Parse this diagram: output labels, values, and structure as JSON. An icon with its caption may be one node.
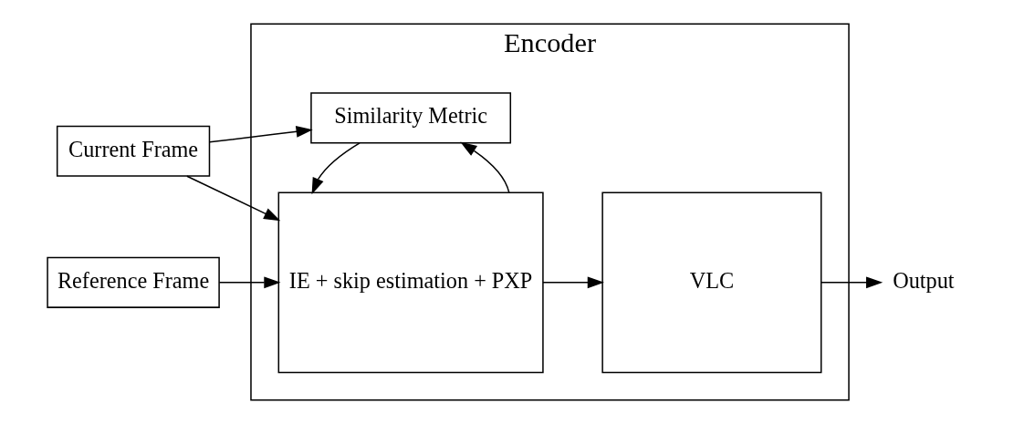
{
  "diagram": {
    "nodes": [
      {
        "text": [
          "Encoder"
        ]
      },
      {
        "text": [
          "Current Frame"
        ]
      },
      {
        "text": [
          "Reference Frame"
        ]
      },
      {
        "text": [
          "IE + skip estimation + PXP"
        ],
        "in": 0
      },
      {
        "text": [
          "VLC"
        ],
        "in": 0
      },
      {
        "text": [
          "Similarity Metric"
        ],
        "in": 0
      },
      {
        "text": [
          "Output"
        ]
      }
    ],
    "edges": [
      {
        "from": 1,
        "to": 3,
        "arrow": "to"
      },
      {
        "from": 1,
        "to": 5,
        "arrow": "to"
      },
      {
        "from": 2,
        "to": 3,
        "arrow": "to"
      },
      {
        "from": 3,
        "to": 5,
        "arrow": "to"
      },
      {
        "from": 5,
        "to": 3,
        "arrow": "to"
      },
      {
        "from": 3,
        "to": 4,
        "arrow": "to"
      },
      {
        "from": 4,
        "to": 6,
        "arrow": "to"
      }
    ]
  }
}
